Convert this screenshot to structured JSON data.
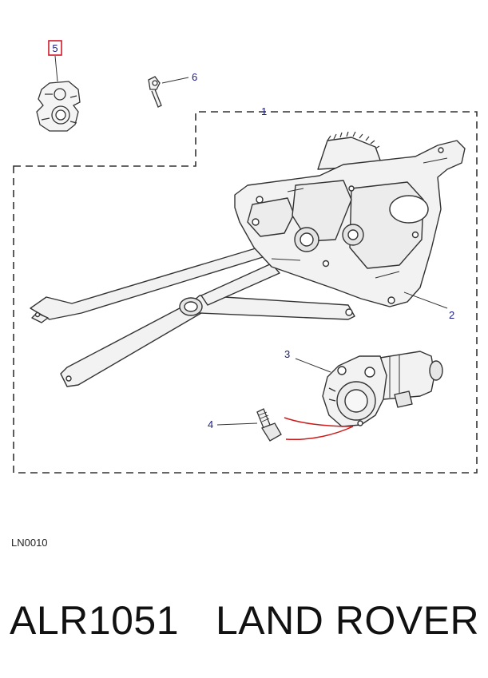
{
  "diagram": {
    "callouts": [
      "1",
      "2",
      "3",
      "4",
      "5",
      "6"
    ],
    "highlighted_callout": "5",
    "highlight_color": "#d11a2a",
    "callout_color": "#1a1a8c",
    "wire_color": "#cc1b1b",
    "reference_code": "LN0010"
  },
  "caption": {
    "part_number": "ALR1051",
    "brand": "LAND ROVER"
  }
}
